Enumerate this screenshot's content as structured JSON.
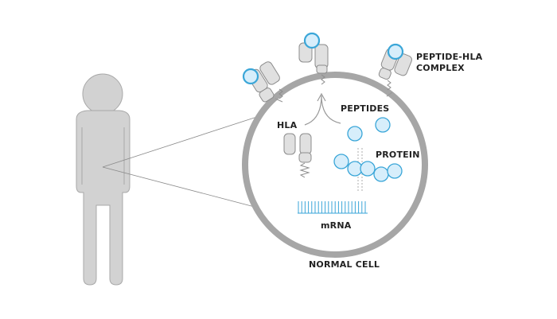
{
  "labels": {
    "hla": "HLA",
    "peptides": "PEPTIDES",
    "protein": "PROTEIN",
    "mrna": "mRNA",
    "complex_line1": "PEPTIDE-HLA",
    "complex_line2": "COMPLEX",
    "cell": "NORMAL CELL"
  },
  "colors": {
    "person": "#d2d2d2",
    "person_stroke": "#a8a8a8",
    "membrane": "#a6a6a6",
    "molecule": "#e0e0e0",
    "molecule_stroke": "#8c8c8c",
    "peptide_fill": "#d7eefb",
    "peptide_stroke": "#3aa6d8",
    "arrow": "#9a9a9a",
    "text": "#222222"
  }
}
